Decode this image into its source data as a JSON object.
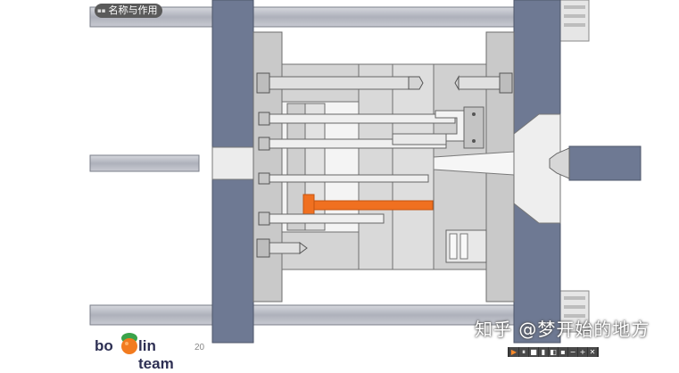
{
  "toolbar": {
    "name_button_label": "名称与作用",
    "name_button_icon": "menu-icon"
  },
  "watermark": {
    "text": "知乎 @梦开始的地方"
  },
  "logo": {
    "left_text": "bo",
    "right_text": "lin team",
    "suffix": "20"
  },
  "playback": {
    "buttons": [
      {
        "glyph": "▶",
        "icon": "play-icon"
      },
      {
        "glyph": "⏸",
        "icon": "pause-icon"
      },
      {
        "glyph": "■",
        "icon": "stop-icon"
      },
      {
        "glyph": "▮",
        "icon": "step-icon"
      },
      {
        "glyph": "◧",
        "icon": "frame-icon"
      },
      {
        "glyph": "▪",
        "icon": "marker-icon"
      },
      {
        "glyph": "−",
        "icon": "minus-icon"
      },
      {
        "glyph": "+",
        "icon": "plus-icon"
      },
      {
        "glyph": "✕",
        "icon": "close-icon"
      }
    ]
  },
  "colors": {
    "platen": "#6e7993",
    "tie_bar": "#b9bcc6",
    "plate_light": "#d9d9d9",
    "plate_dark": "#c4c4c4",
    "outline": "#707070",
    "highlight_part": "#f07020",
    "brand_green": "#3aa34a",
    "brand_orange": "#f27b1f"
  }
}
